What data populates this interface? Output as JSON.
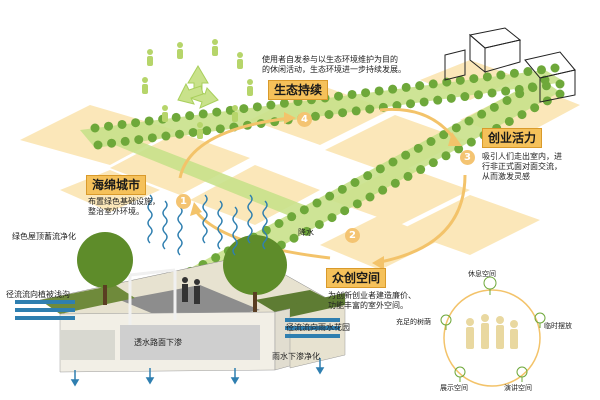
{
  "colors": {
    "background": "#ffffff",
    "block": "#fbe7b9",
    "road_green": "#c9e28b",
    "tree_green": "#6ea83a",
    "title_fill": "#f5c15a",
    "arrow": "#f3c36a",
    "water": "#2f7fb0",
    "people_silhouette": "#e9d8a0"
  },
  "icons": [
    "recycle-icon",
    "tree-icon",
    "people-silhouette-icon",
    "water-wave-icon",
    "down-arrow-icon"
  ],
  "sections": {
    "eco": {
      "title": "生态持续",
      "number": "4",
      "desc_line1": "使用者自发参与以生态环境维护为目的",
      "desc_line2": "的休闲活动，生态环境进一步持续发展。"
    },
    "vitality": {
      "title": "创业活力",
      "number": "3",
      "desc_line1": "吸引人们走出室内，进",
      "desc_line2": "行非正式面对面交流，",
      "desc_line3": "从而激发灵感"
    },
    "sponge": {
      "title": "海绵城市",
      "number": "1",
      "desc_line1": "布置绿色基础设施，",
      "desc_line2": "整治室外环境。"
    },
    "crowd": {
      "title": "众创空间",
      "number": "2",
      "desc_line1": "为创新创业者建造廉价、",
      "desc_line2": "功能丰富的室外空间。"
    }
  },
  "labels": {
    "green_roof": "绿色屋顶蓄流净化",
    "runoff_grass": "径流流向植被浅沟",
    "rain": "降水",
    "permeable": "透水路面下渗",
    "runoff_rain_garden": "径流流向雨水花园",
    "rain_infiltration": "雨水下渗净化"
  },
  "space_ring": {
    "rest": "休息空间",
    "trees": "充足的树荫",
    "market": "临时摆放",
    "display": "展示空间",
    "lecture": "演讲空间"
  }
}
